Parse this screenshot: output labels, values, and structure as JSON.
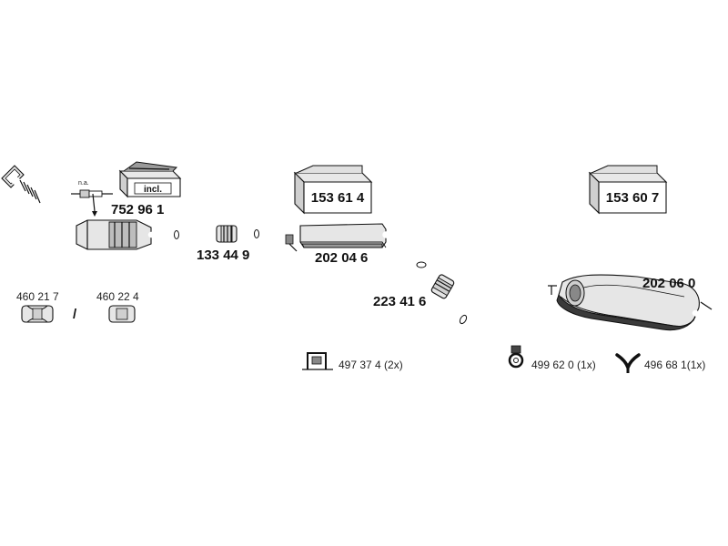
{
  "diagram": {
    "parts": {
      "catalytic_converter": "752 96 1",
      "clamp_front": "133 44 9",
      "front_silencer": "202 04 6",
      "clamp_mid": "223 41 6",
      "rear_silencer": "202 06 0",
      "clamp_option_a": "460 21 7",
      "clamp_option_b": "460 22 4",
      "option_separator": "/"
    },
    "kits": {
      "kit_front": "153 61 4",
      "kit_rear": "153 60 7",
      "catalyst_box_label": "incl."
    },
    "sensor_note": "n.a.",
    "mounts": {
      "bracket": "497 37 4 (2x)",
      "rubber_ring": "499 62 0 (1x)",
      "rubber_hanger": "496 68 1(1x)"
    }
  }
}
